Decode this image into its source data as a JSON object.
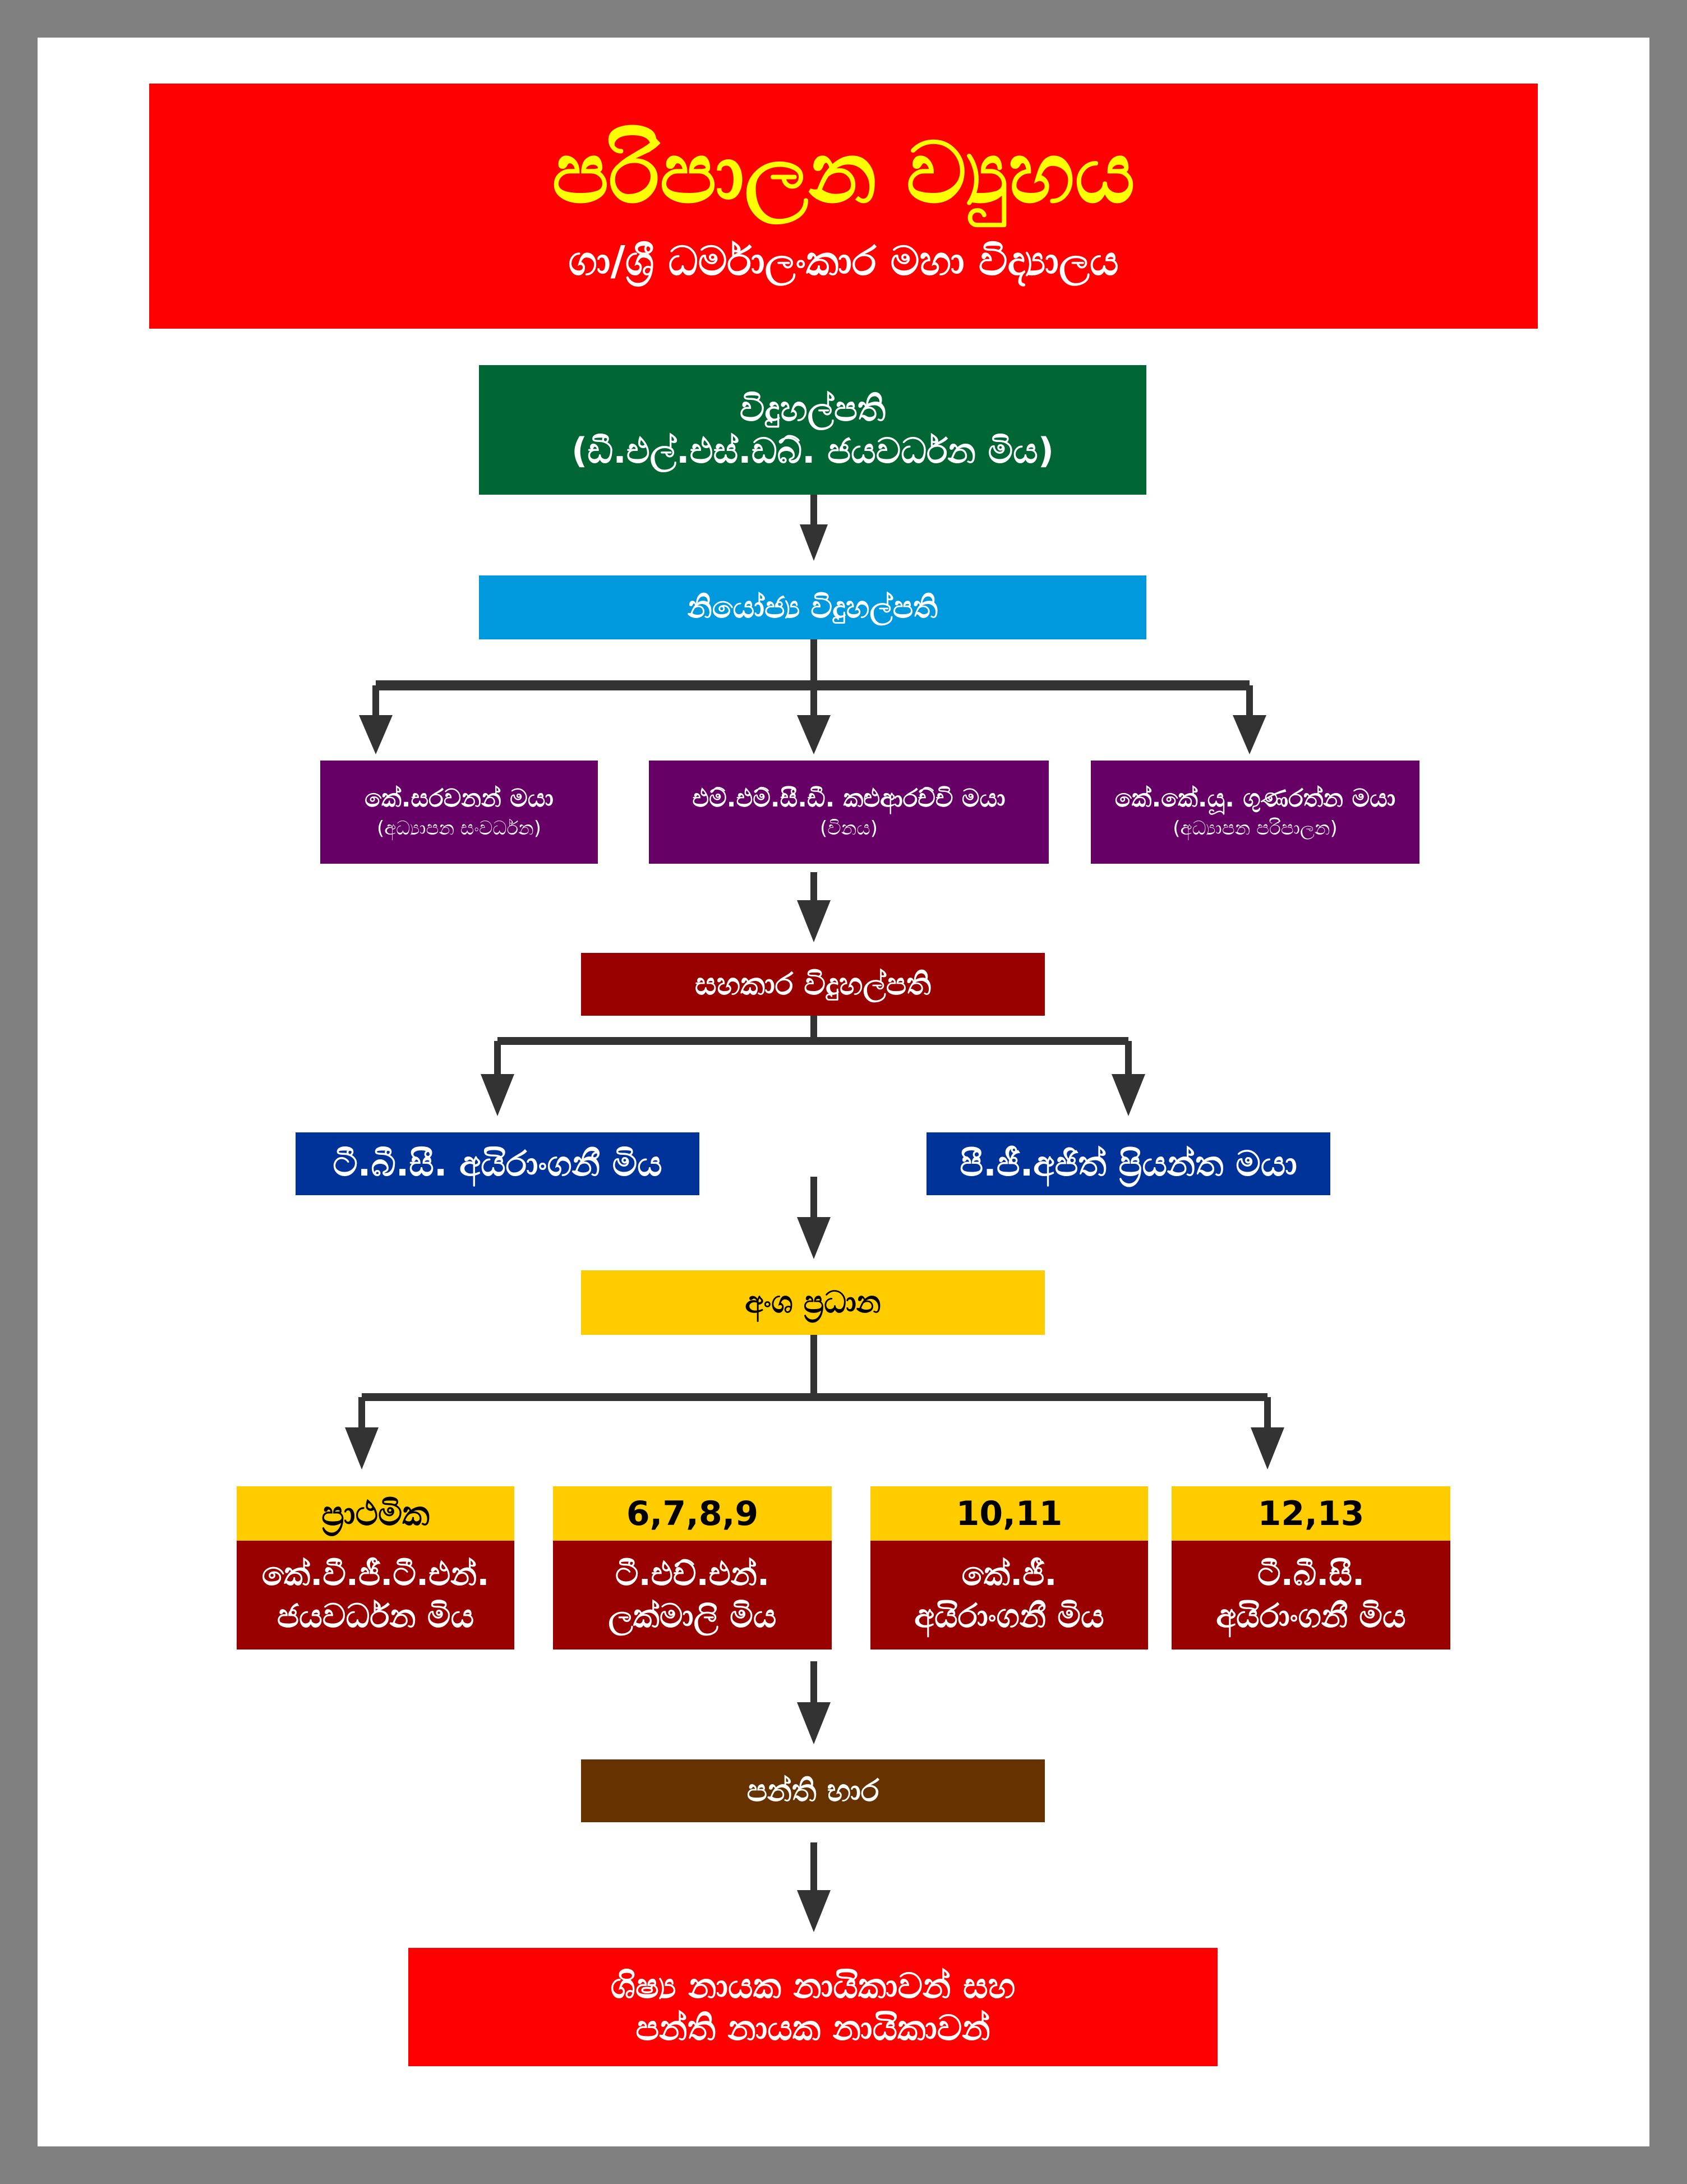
{
  "header": {
    "title": "පරිපාලන ව්‍යුහය",
    "subtitle": "ගා/ශ්‍රී ධර්මාලංකාර මහා විද්‍යාලය"
  },
  "principal": {
    "role": "විදුහල්පති",
    "name": "(ඩී.එල්.එස්.ඩබ්. ජයවර්ධන මිය)"
  },
  "deputy_principal": {
    "role": "නියෝජ්‍ය විදුහල්පති"
  },
  "deputy_members": [
    {
      "name": "කේ.සරවනන් මයා",
      "area": "(අධ්‍යාපන සංවර්ධන)"
    },
    {
      "name": "එම්.එම්.සී.ඩී. කළුආරච්චි මයා",
      "area": "(විනය)"
    },
    {
      "name": "කේ.කේ.යූ. ගුණරත්න මයා",
      "area": "(අධ්‍යාපන පරිපාලන)"
    }
  ],
  "assistant_principal": {
    "role": "සහකාර විදුහල්පති"
  },
  "assistant_members": [
    {
      "name": "ටී.බී.සී. අයිරාංගනී මිය"
    },
    {
      "name": "පී.ජී.අජිත් ප්‍රියන්ත මයා"
    }
  ],
  "section_heads": {
    "role": "අංශ ප්‍රධාන"
  },
  "sections": [
    {
      "grade": "ප්‍රාථමික",
      "line1": "කේ.වී.ජී.ටී.එන්.",
      "line2": "ජයවර්ධන මිය"
    },
    {
      "grade": "6,7,8,9",
      "line1": "ටී.එච්.එන්.",
      "line2": "ලක්මාලි මිය"
    },
    {
      "grade": "10,11",
      "line1": "කේ.ජී.",
      "line2": "අයිරාංගනී මිය"
    },
    {
      "grade": "12,13",
      "line1": "ටී.බී.සී.",
      "line2": "අයිරාංගනී මිය"
    }
  ],
  "class_teachers": {
    "role": "පන්ති භාර"
  },
  "prefects": {
    "line1": "ශිෂ්‍ය නායක නායිකාවන් සහ",
    "line2": "පන්ති නායක නායිකාවන්"
  },
  "colors": {
    "border": "#808080",
    "header": "#ff0000",
    "title": "#ffff00",
    "principal": "#006633",
    "deputy": "#0099dd",
    "deputy_members": "#660066",
    "assistant": "#990000",
    "assistant_members": "#003399",
    "section_heads": "#ffcc00",
    "section_body": "#990000",
    "class_teachers": "#663300",
    "prefects": "#ff0000",
    "connector": "#333333"
  }
}
